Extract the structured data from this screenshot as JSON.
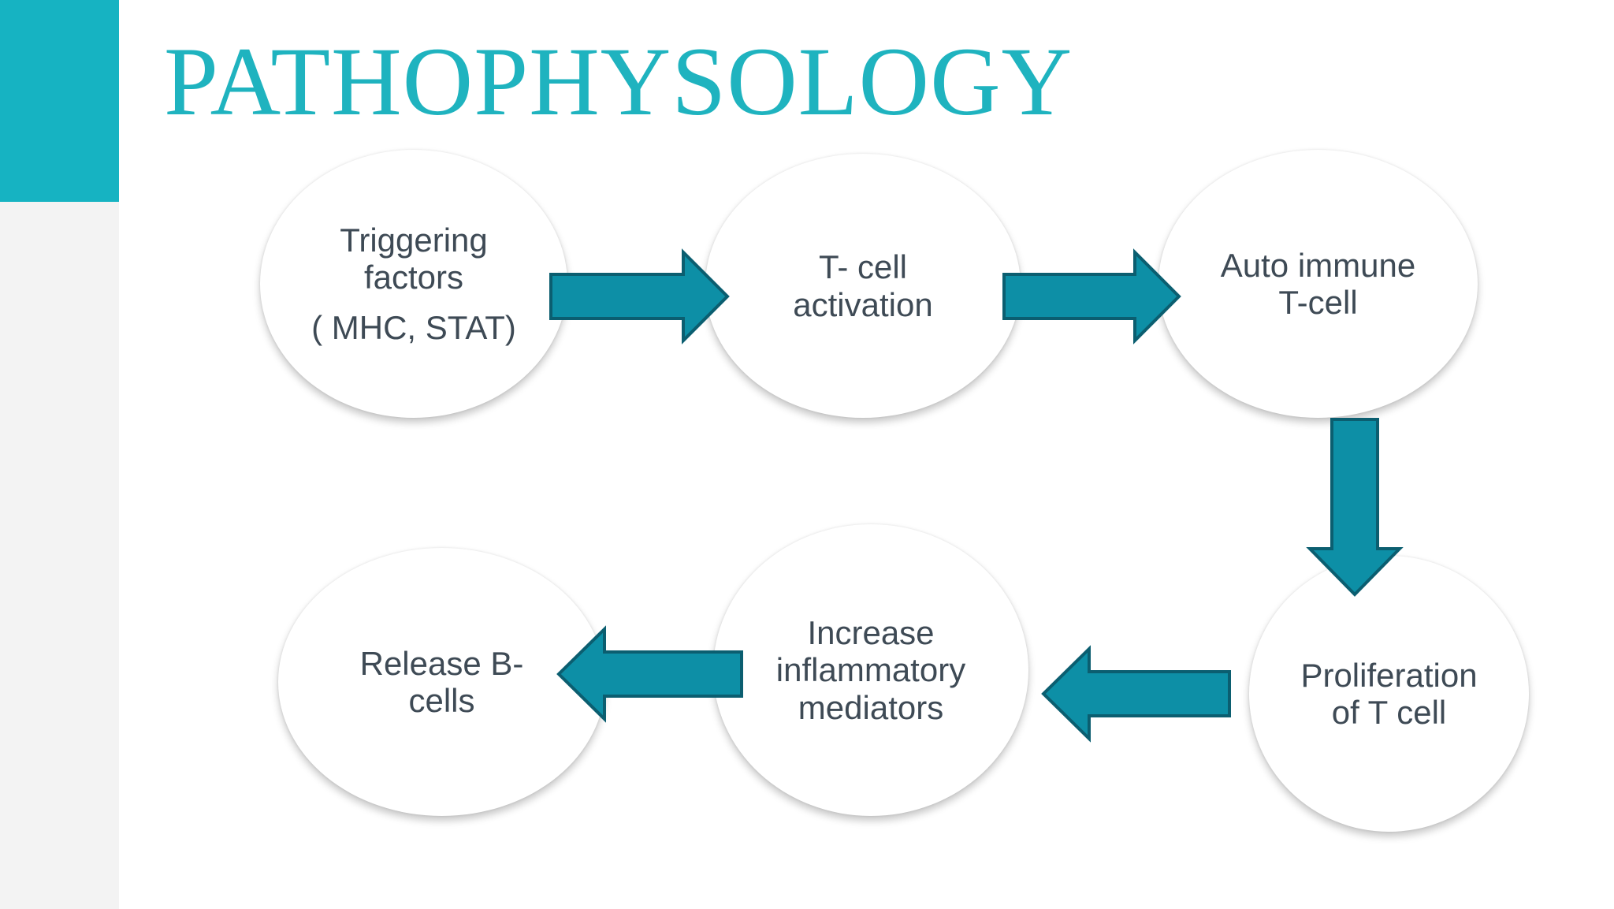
{
  "slide": {
    "title": "PATHOPHYSOLOGY"
  },
  "colors": {
    "accent": "#16b3c2",
    "title": "#1fb3bf",
    "arrow_fill": "#0d8fa6",
    "arrow_stroke": "#0b5e70",
    "node_text": "#3e4a55"
  },
  "nodes": {
    "triggering": {
      "line1": "Triggering",
      "line2": "factors",
      "line3": "( MHC, STAT)"
    },
    "t_cell_activation": {
      "line1": "T- cell",
      "line2": "activation"
    },
    "auto_immune": {
      "line1": "Auto immune",
      "line2": "T-cell"
    },
    "proliferation": {
      "line1": "Proliferation",
      "line2": "of T cell"
    },
    "inflammatory": {
      "line1": "Increase",
      "line2": "inflammatory",
      "line3": "mediators"
    },
    "release_b": {
      "line1": "Release B-",
      "line2": "cells"
    }
  }
}
